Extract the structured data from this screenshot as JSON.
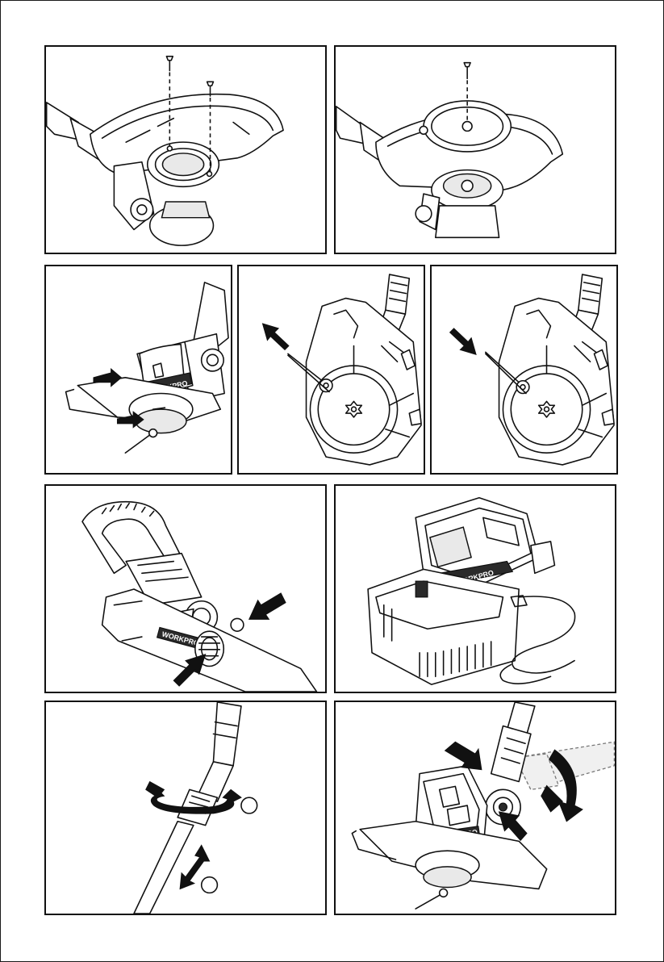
{
  "brand": {
    "logo_text": "WORKPRO"
  },
  "panels": [
    {
      "name": "guard-screws-install",
      "brand_visible": false
    },
    {
      "name": "spool-cover-screw",
      "brand_visible": false
    },
    {
      "name": "line-guide-insert",
      "brand_visible": true
    },
    {
      "name": "wire-guard-pull-out",
      "brand_visible": false
    },
    {
      "name": "wire-guard-push-in",
      "brand_visible": false
    },
    {
      "name": "handle-attach",
      "brand_visible": true
    },
    {
      "name": "battery-charger",
      "brand_visible": true
    },
    {
      "name": "shaft-length-adjust",
      "brand_visible": false
    },
    {
      "name": "head-angle-adjust",
      "brand_visible": true
    }
  ],
  "colors": {
    "ink": "#111111",
    "paper": "#ffffff",
    "fill_light": "#e9e9e9"
  },
  "icons": [
    "screw-icon",
    "arrow-icon",
    "rotate-arrow-icon",
    "step-circle-icon"
  ]
}
